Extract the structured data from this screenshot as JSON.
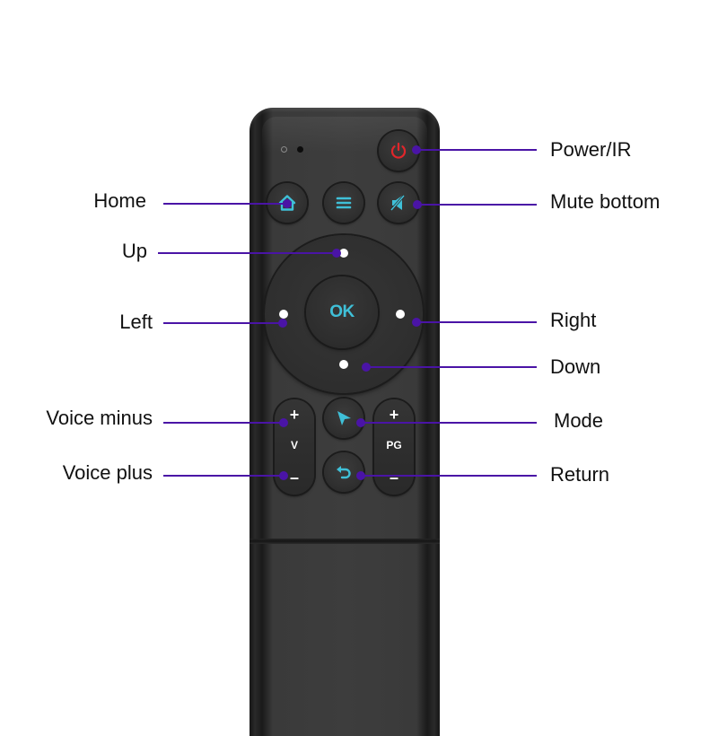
{
  "colors": {
    "background": "#ffffff",
    "remote_body": "#3d3d3d",
    "button_face": "#303030",
    "icon_accent": "#3fc0d8",
    "power_icon": "#e0262b",
    "callout_line": "#4a14a6",
    "label_text": "#111111"
  },
  "remote": {
    "indicators": [
      "led-hollow",
      "led-solid"
    ],
    "buttons": {
      "power": {
        "icon": "power-icon"
      },
      "home": {
        "icon": "home-icon"
      },
      "menu": {
        "icon": "menu-icon"
      },
      "mute": {
        "icon": "mute-icon"
      },
      "ok": {
        "label": "OK"
      },
      "mode": {
        "icon": "cursor-arrow-icon"
      },
      "return": {
        "icon": "return-arrow-icon"
      },
      "volume": {
        "plus": "+",
        "label": "V",
        "minus": "–"
      },
      "page": {
        "plus": "+",
        "label": "PG",
        "minus": "–"
      }
    }
  },
  "callouts": {
    "left": [
      {
        "id": "home",
        "label": "Home"
      },
      {
        "id": "up",
        "label": "Up"
      },
      {
        "id": "left",
        "label": "Left"
      },
      {
        "id": "voice_minus",
        "label": "Voice minus"
      },
      {
        "id": "voice_plus",
        "label": "Voice plus"
      }
    ],
    "right": [
      {
        "id": "power",
        "label": "Power/IR"
      },
      {
        "id": "mute",
        "label": "Mute bottom"
      },
      {
        "id": "right",
        "label": "Right"
      },
      {
        "id": "down",
        "label": "Down"
      },
      {
        "id": "mode",
        "label": "Mode"
      },
      {
        "id": "return",
        "label": "Return"
      }
    ]
  }
}
